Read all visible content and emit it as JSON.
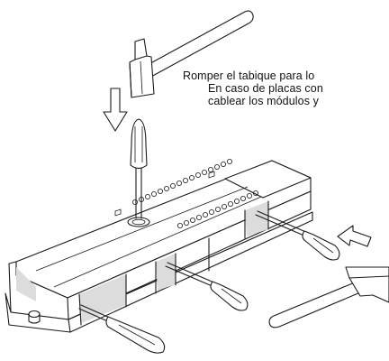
{
  "instructions": [
    "Romper el tabique para lo",
    "En caso de placas con",
    "cablear los módulos y"
  ],
  "colors": {
    "line": "#1a1a1a",
    "panel_fill": "#dcdcdc",
    "background": "#ffffff"
  },
  "icons": [
    "hammer-icon",
    "screwdriver-icon",
    "arrow-down-icon",
    "arrow-left-icon"
  ]
}
